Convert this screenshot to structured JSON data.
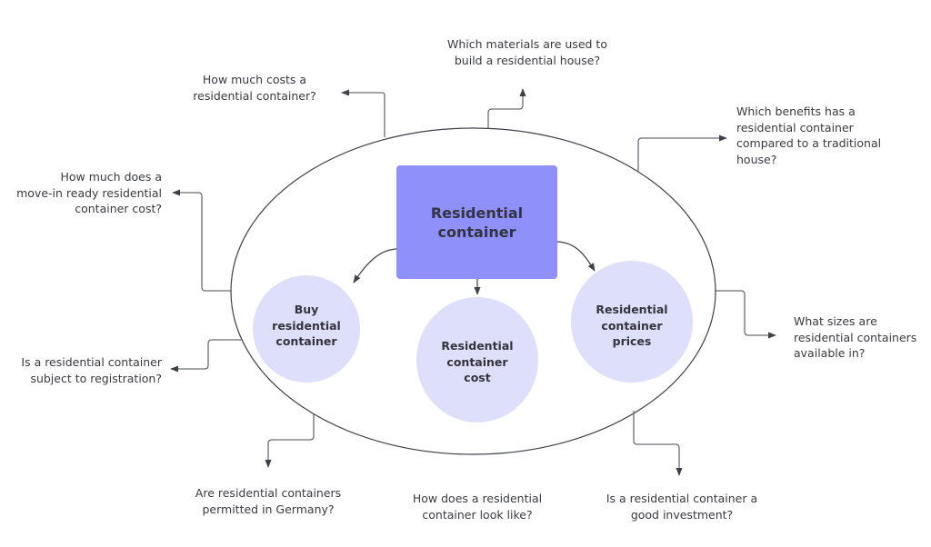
{
  "diagram": {
    "central_node": {
      "label": "Residential\ncontainer",
      "color": "#9090fb"
    },
    "child_nodes": [
      {
        "id": "buy",
        "label": "Buy\nresidential\ncontainer"
      },
      {
        "id": "cost",
        "label": "Residential\ncontainer\ncost"
      },
      {
        "id": "prices",
        "label": "Residential\ncontainer\nprices"
      }
    ],
    "child_node_color": "#dedffa",
    "line_color": "#3f414a",
    "questions": [
      {
        "id": "costs-residential",
        "text": "How much costs a\nresidential container?"
      },
      {
        "id": "materials",
        "text": "Which materials are used to\nbuild a residential house?"
      },
      {
        "id": "benefits",
        "text": "Which benefits has a\nresidential container\ncompared to a traditional\nhouse?"
      },
      {
        "id": "move-in-ready",
        "text": "How much does a\nmove-in ready residential\ncontainer cost?"
      },
      {
        "id": "registration",
        "text": "Is a residential container\nsubject to registration?"
      },
      {
        "id": "sizes",
        "text": "What sizes are\nresidential containers\navailable in?"
      },
      {
        "id": "germany",
        "text": "Are residential containers\npermitted in Germany?"
      },
      {
        "id": "look",
        "text": "How does a residential\ncontainer look like?"
      },
      {
        "id": "investment",
        "text": "Is a residential container a\ngood investment?"
      }
    ]
  }
}
